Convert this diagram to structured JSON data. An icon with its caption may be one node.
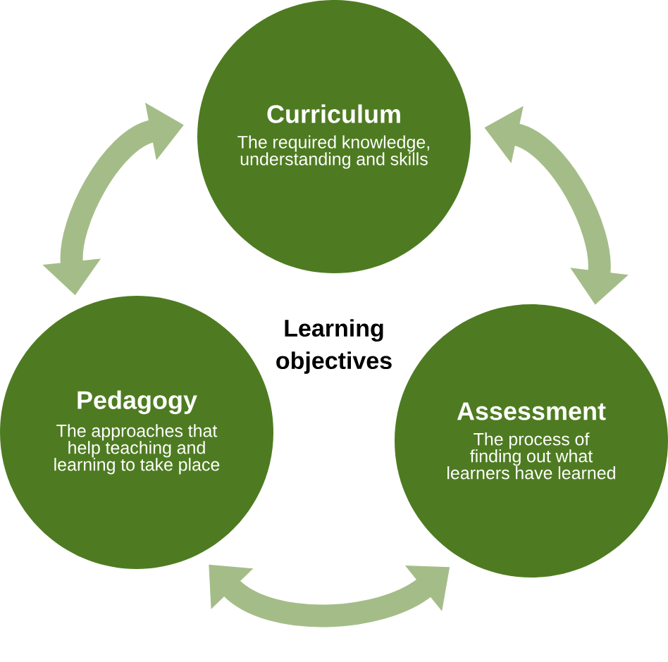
{
  "diagram": {
    "nodes": [
      {
        "text": [
          "Curriculum",
          "The required knowledge, understanding and skills"
        ]
      },
      {
        "text": [
          "Pedagogy",
          "The approaches that help teaching and learning to take place"
        ]
      },
      {
        "text": [
          "Assessment",
          "The process of finding out what learners have learned"
        ]
      }
    ],
    "edges": [
      {
        "from": 0,
        "to": 1,
        "arrow": "both"
      },
      {
        "from": 0,
        "to": 2,
        "arrow": "both"
      },
      {
        "from": 1,
        "to": 2,
        "arrow": "both"
      }
    ],
    "labels": [
      "Learning objectives"
    ]
  }
}
